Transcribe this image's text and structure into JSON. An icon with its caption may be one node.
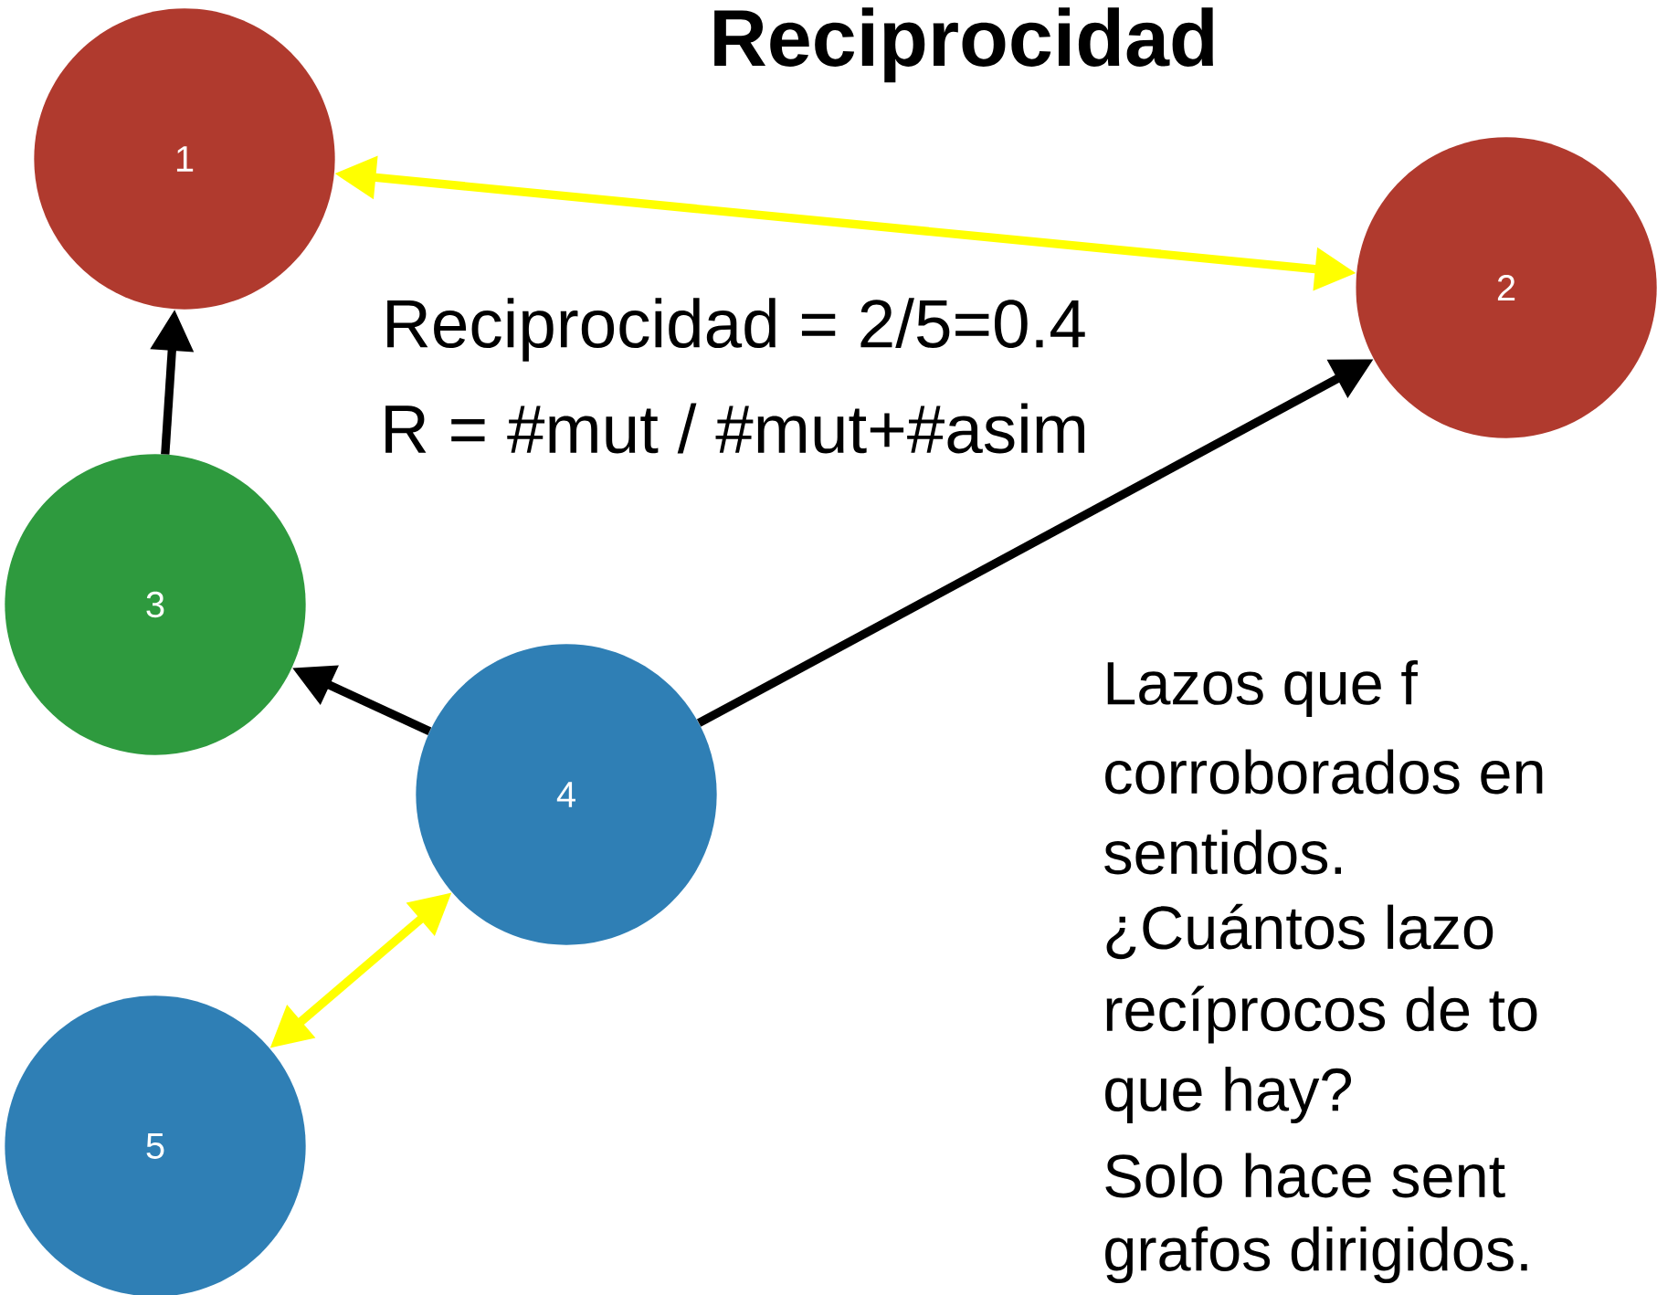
{
  "diagram": {
    "title": "Reciprocidad",
    "nodes": [
      {
        "text": [
          "1"
        ]
      },
      {
        "text": [
          "2"
        ]
      },
      {
        "text": [
          "3"
        ]
      },
      {
        "text": [
          "4"
        ]
      },
      {
        "text": [
          "5"
        ]
      }
    ],
    "edges": [
      {
        "from": 0,
        "to": 1,
        "arrow": "both",
        "color": "#ffff00"
      },
      {
        "from": 2,
        "to": 0,
        "arrow": "to"
      },
      {
        "from": 3,
        "to": 2,
        "arrow": "to"
      },
      {
        "from": 3,
        "to": 1,
        "arrow": "to"
      },
      {
        "from": 4,
        "to": 3,
        "arrow": "both",
        "color": "#ffff00"
      }
    ],
    "labels": [
      "Reciprocidad = 2/5=0.4",
      "R = #mut / #mut+#asim",
      "Lazos que f",
      "corroborados en",
      "sentidos.",
      "¿Cuántos lazo",
      "recíprocos de to",
      "que hay?",
      "Solo hace sent",
      "grafos dirigidos."
    ]
  }
}
